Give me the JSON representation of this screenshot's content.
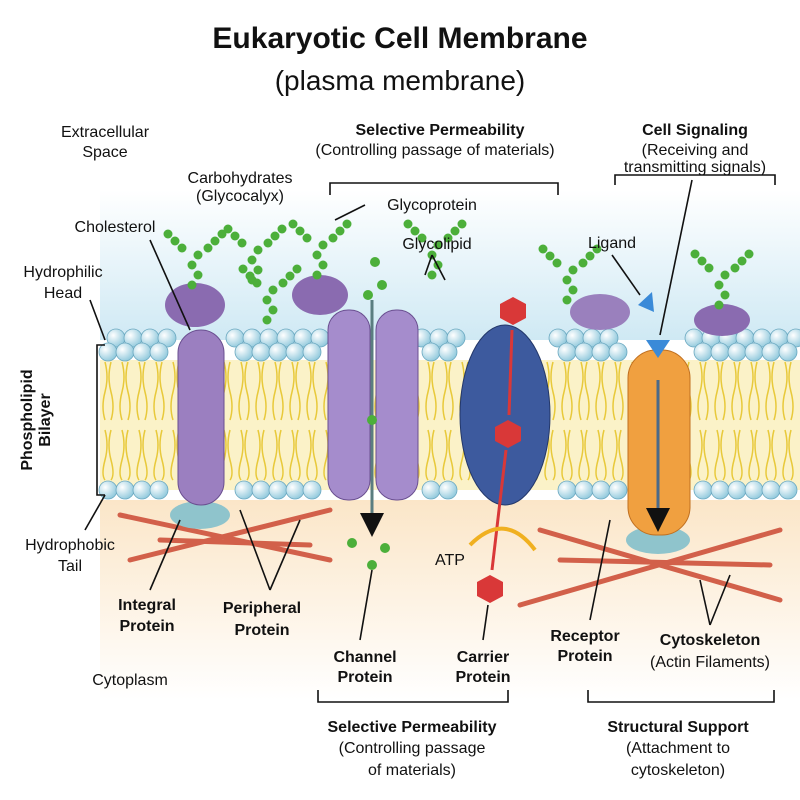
{
  "title": "Eukaryotic Cell Membrane",
  "subtitle": "(plasma membrane)",
  "labels": {
    "extracellular": [
      "Extracellular",
      "Space"
    ],
    "selective_top": {
      "heading": "Selective Permeability",
      "desc": "(Controlling passage of materials)"
    },
    "cell_signaling": {
      "heading": "Cell Signaling",
      "desc": [
        "(Receiving and",
        "transmitting signals)"
      ]
    },
    "carbohydrates": [
      "Carbohydrates",
      "(Glycocalyx)"
    ],
    "glycoprotein": "Glycoprotein",
    "cholesterol": "Cholesterol",
    "glycolipid": "Glycolipid",
    "ligand": "Ligand",
    "hydrophilic": [
      "Hydrophilic",
      "Head"
    ],
    "bilayer": [
      "Phospholipid",
      "Bilayer"
    ],
    "hydrophobic": [
      "Hydrophobic",
      "Tail"
    ],
    "atp": "ATP",
    "integral": [
      "Integral",
      "Protein"
    ],
    "peripheral": [
      "Peripheral",
      "Protein"
    ],
    "receptor": [
      "Receptor",
      "Protein"
    ],
    "cytoskeleton": {
      "heading": "Cytoskeleton",
      "desc": "(Actin Filaments)"
    },
    "channel": [
      "Channel",
      "Protein"
    ],
    "carrier": [
      "Carrier",
      "Protein"
    ],
    "cytoplasm": "Cytoplasm",
    "selective_bottom": {
      "heading": "Selective Permeability",
      "desc": [
        "(Controlling passage",
        "of materials)"
      ]
    },
    "structural": {
      "heading": "Structural Support",
      "desc": [
        "(Attachment to",
        "cytoskeleton)"
      ]
    }
  },
  "colors": {
    "head": "#bfe3ef",
    "tail": "#e8c93a",
    "integral": "#9b7fc0",
    "channel": "#a58ccc",
    "carrier": "#3d5a9e",
    "receptor": "#f0a040",
    "glyco": "#4caf3a",
    "actin": "#d2604a",
    "carrier_molecule": "#d93838"
  }
}
